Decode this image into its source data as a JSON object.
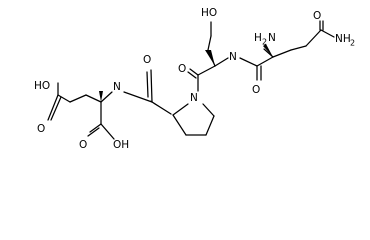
{
  "atoms": [
    {
      "id": "o_amide_top",
      "label": "O"
    },
    {
      "id": "nh2_amide",
      "label": "NH"
    },
    {
      "id": "nh2_amide_sub",
      "label": "2"
    },
    {
      "id": "h2n_alpha_h",
      "label": "H"
    },
    {
      "id": "h2n_alpha_sub",
      "label": "2"
    },
    {
      "id": "h2n_alpha_n",
      "label": "N"
    },
    {
      "id": "oh_serine",
      "label": "HO"
    },
    {
      "id": "o_ser_carbonyl",
      "label": "O"
    },
    {
      "id": "n_peptide_ser",
      "label": "N"
    },
    {
      "id": "o_gln_carbonyl",
      "label": "O"
    },
    {
      "id": "o_pro_carbonyl",
      "label": "O"
    },
    {
      "id": "n_peptide_glu",
      "label": "N"
    },
    {
      "id": "n_proline",
      "label": "N"
    },
    {
      "id": "ho_side_acid",
      "label": "HO"
    },
    {
      "id": "o_side_acid",
      "label": "O"
    },
    {
      "id": "o_main_acid",
      "label": "O"
    },
    {
      "id": "oh_main_acid",
      "label": "OH"
    }
  ]
}
